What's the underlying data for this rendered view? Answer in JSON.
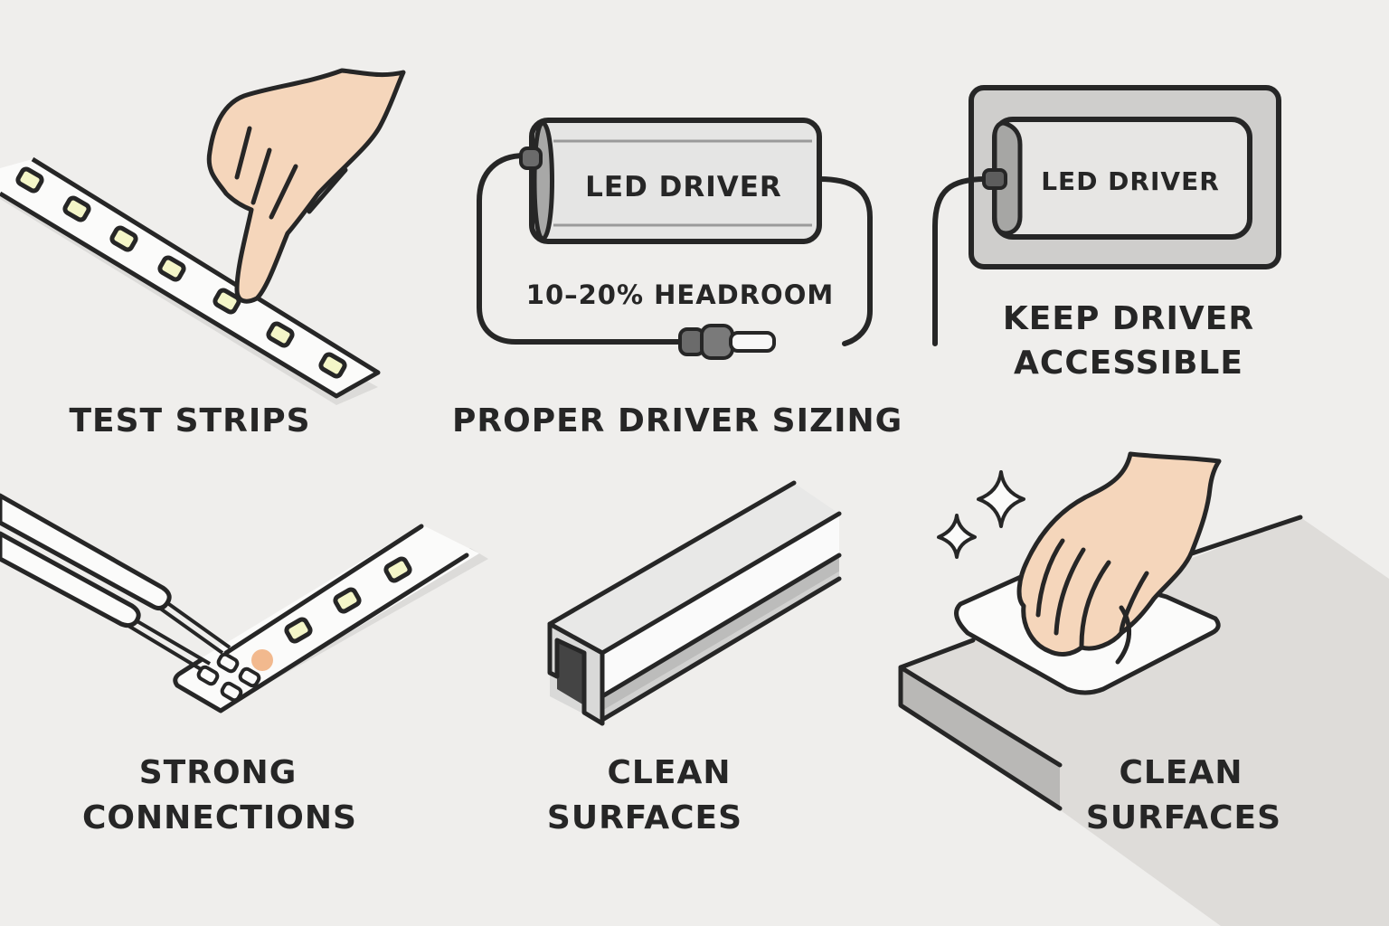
{
  "colors": {
    "background": "#efeeec",
    "outline": "#262626",
    "skin": "#f5d6bb",
    "led_yellow": "#f4f6c8",
    "strip_white": "#fbfbfa",
    "driver_gray": "#e2e2e1",
    "housing_gray": "#cfcecc",
    "solder_orange": "#f2b98e",
    "shadow_gray": "#dcdbd9"
  },
  "panels": [
    {
      "id": "test-strips",
      "title": "TEST STRIPS",
      "icon": "hand-pointing-led-strip"
    },
    {
      "id": "proper-driver-sizing",
      "title": "PROPER DRIVER SIZING",
      "icon": "led-driver-with-cable",
      "driver_label": "LED DRIVER",
      "annotation": "10–20% HEADROOM"
    },
    {
      "id": "keep-driver-accessible",
      "title_line1": "KEEP DRIVER",
      "title_line2": "ACCESSIBLE",
      "icon": "led-driver-in-housing",
      "driver_label": "LED DRIVER"
    },
    {
      "id": "strong-connections",
      "title_line1": "STRONG",
      "title_line2": "CONNECTIONS",
      "icon": "wires-soldered-to-strip"
    },
    {
      "id": "clean-surfaces-channel",
      "title_line1": "CLEAN",
      "title_line2": "SURFACES",
      "icon": "aluminum-channel"
    },
    {
      "id": "clean-surfaces-wipe",
      "title_line1": "CLEAN",
      "title_line2": "SURFACES",
      "icon": "hand-wiping-surface"
    }
  ]
}
